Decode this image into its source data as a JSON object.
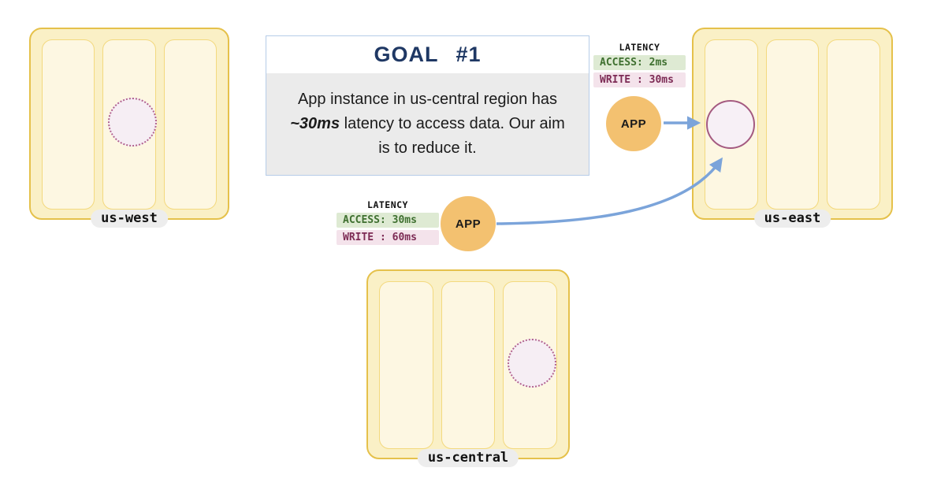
{
  "goal": {
    "title": "GOAL #1",
    "body_part1": "App instance in us-central region has ",
    "body_highlight": "~30ms",
    "body_part2": " latency to access data. Our aim is to reduce it."
  },
  "regions": [
    {
      "label": "us-west",
      "node": "dotted-placeholder-circle"
    },
    {
      "label": "us-east",
      "node": "solid-data-circle"
    },
    {
      "label": "us-central",
      "node": "dotted-placeholder-circle"
    }
  ],
  "latency_blocks": [
    {
      "title": "LATENCY",
      "access": "ACCESS: 2ms",
      "write": "WRITE : 30ms"
    },
    {
      "title": "LATENCY",
      "access": "ACCESS: 30ms",
      "write": "WRITE : 60ms"
    }
  ],
  "app_nodes": [
    {
      "label": "APP"
    },
    {
      "label": "APP"
    }
  ],
  "colors": {
    "region_fill": "#FAF0C6",
    "region_border": "#E5C14B",
    "zone_fill": "#FDF7E2",
    "zone_border": "#F3D97E",
    "label_pill_bg": "#EDEDED",
    "goal_border": "#B6CCE8",
    "goal_title": "#1F3864",
    "goal_body_bg": "#EBEBEB",
    "arrow_blue": "#7BA4DA",
    "app_fill": "#F3C170",
    "access_bg": "#DEEAD3",
    "access_text": "#3F7030",
    "write_bg": "#F4E3EB",
    "write_text": "#7D2B55",
    "data_circle_border": "#A45A80",
    "data_circle_fill": "#F7F0F6",
    "dotted_circle_color": "#B2638F",
    "dotted_circle_fill": "#F6EEF4"
  }
}
